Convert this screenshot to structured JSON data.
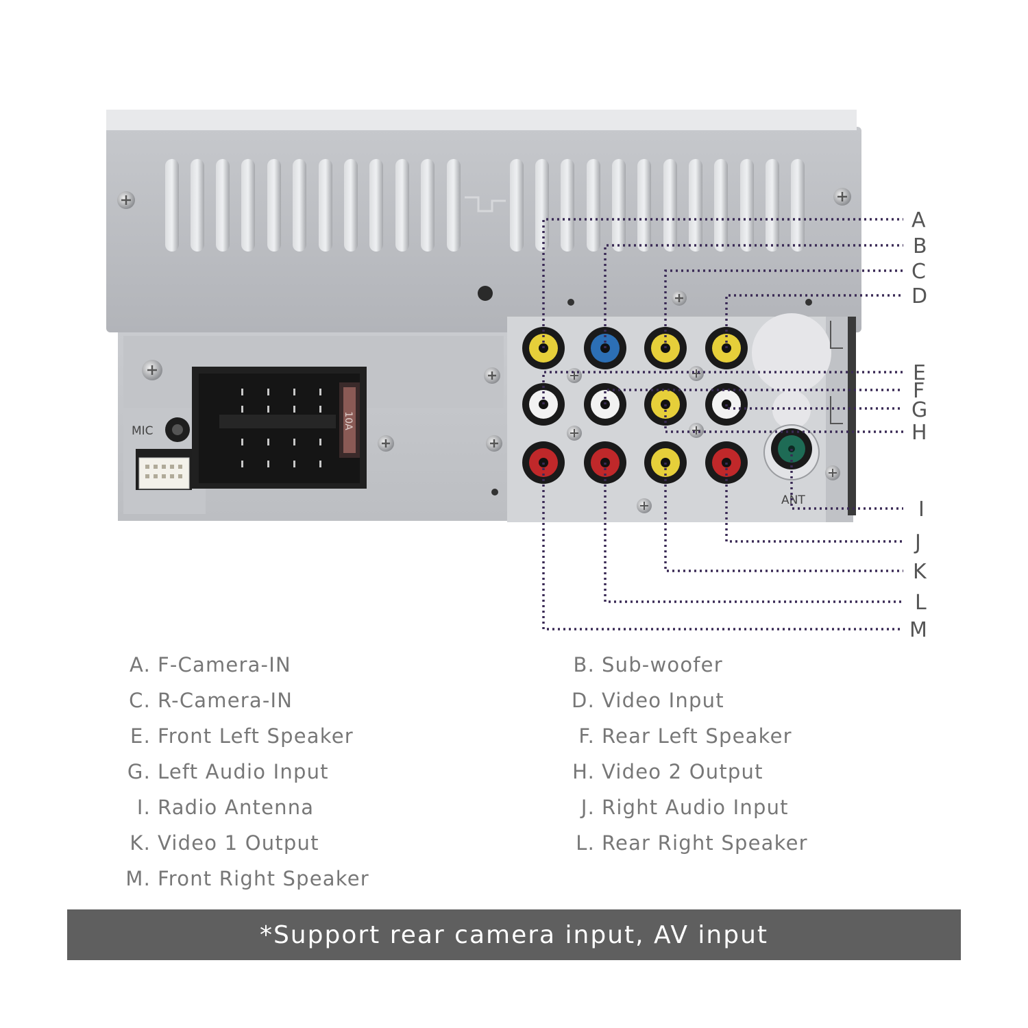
{
  "device": {
    "mic_label": "MIC",
    "fuse_label": "10A",
    "antenna_label": "ANT"
  },
  "callouts": [
    "A",
    "B",
    "C",
    "D",
    "E",
    "F",
    "G",
    "H",
    "I",
    "J",
    "K",
    "L",
    "M"
  ],
  "legend": [
    {
      "key": "A.",
      "label": "F-Camera-IN"
    },
    {
      "key": "B.",
      "label": "Sub-woofer"
    },
    {
      "key": "C.",
      "label": "R-Camera-IN"
    },
    {
      "key": "D.",
      "label": "Video Input"
    },
    {
      "key": "E.",
      "label": "Front Left Speaker"
    },
    {
      "key": "F.",
      "label": "Rear Left Speaker"
    },
    {
      "key": "G.",
      "label": "Left Audio Input"
    },
    {
      "key": "H.",
      "label": "Video 2 Output"
    },
    {
      "key": "I.",
      "label": "Radio Antenna"
    },
    {
      "key": "J.",
      "label": "Right Audio Input"
    },
    {
      "key": "K.",
      "label": "Video 1 Output"
    },
    {
      "key": "L.",
      "label": "Rear Right Speaker"
    },
    {
      "key": "M.",
      "label": "Front Right Speaker"
    }
  ],
  "footer": "*Support rear camera input, AV input",
  "colors": {
    "jack_yellow": "#e6cf3a",
    "jack_blue": "#2c6fb5",
    "jack_white": "#f2f2f2",
    "jack_red": "#c0282a",
    "jack_green": "#1e6b55",
    "callout_line": "#3a2a55"
  }
}
